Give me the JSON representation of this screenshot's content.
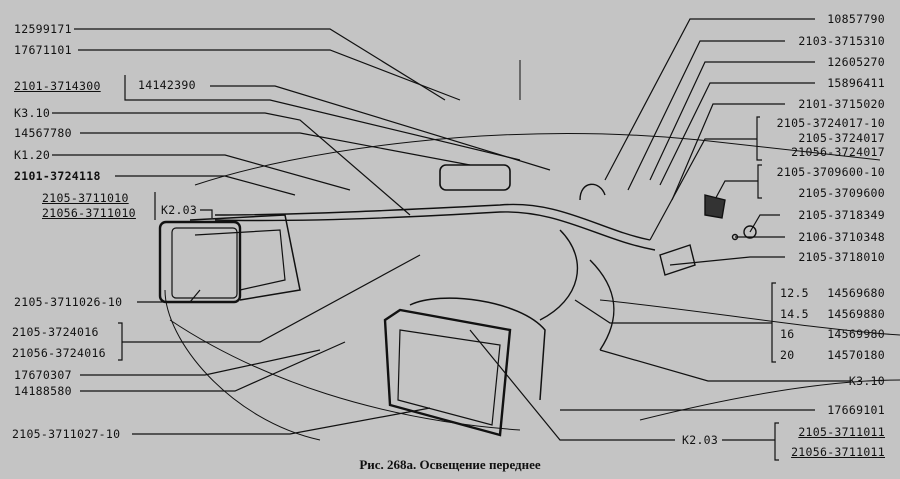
{
  "caption": "Рис. 268а. Освещение переднее",
  "left_labels": {
    "l1": "12599171",
    "l2": "17671101",
    "l3": "2101-3714300",
    "l4": "14142390",
    "l5": "K3.10",
    "l6": "14567780",
    "l7": "K1.20",
    "l8": "2101-3724118",
    "l9a": "2105-3711010",
    "l9b": "21056-3711010",
    "l9k": "K2.03",
    "l10": "2105-3711026-10",
    "l11a": "2105-3724016",
    "l11b": "21056-3724016",
    "l12": "17670307",
    "l13": "14188580",
    "l14": "2105-3711027-10"
  },
  "right_labels": {
    "r1": "10857790",
    "r2": "2103-3715310",
    "r3": "12605270",
    "r4": "15896411",
    "r5": "2101-3715020",
    "r6a": "2105-3724017-10",
    "r6b": "2105-3724017",
    "r6c": "21056-3724017",
    "r7a": "2105-3709600-10",
    "r7b": "2105-3709600",
    "r8": "2105-3718349",
    "r9": "2106-3710348",
    "r10": "2105-3718010",
    "fuses": [
      {
        "rating": "12.5",
        "part": "14569680"
      },
      {
        "rating": "14.5",
        "part": "14569880"
      },
      {
        "rating": "16",
        "part": "14569980"
      },
      {
        "rating": "20",
        "part": "14570180"
      }
    ],
    "r11": "K3.10",
    "r12": "17669101",
    "r13k": "K2.03",
    "r13a": "2105-3711011",
    "r13b": "21056-3711011"
  }
}
